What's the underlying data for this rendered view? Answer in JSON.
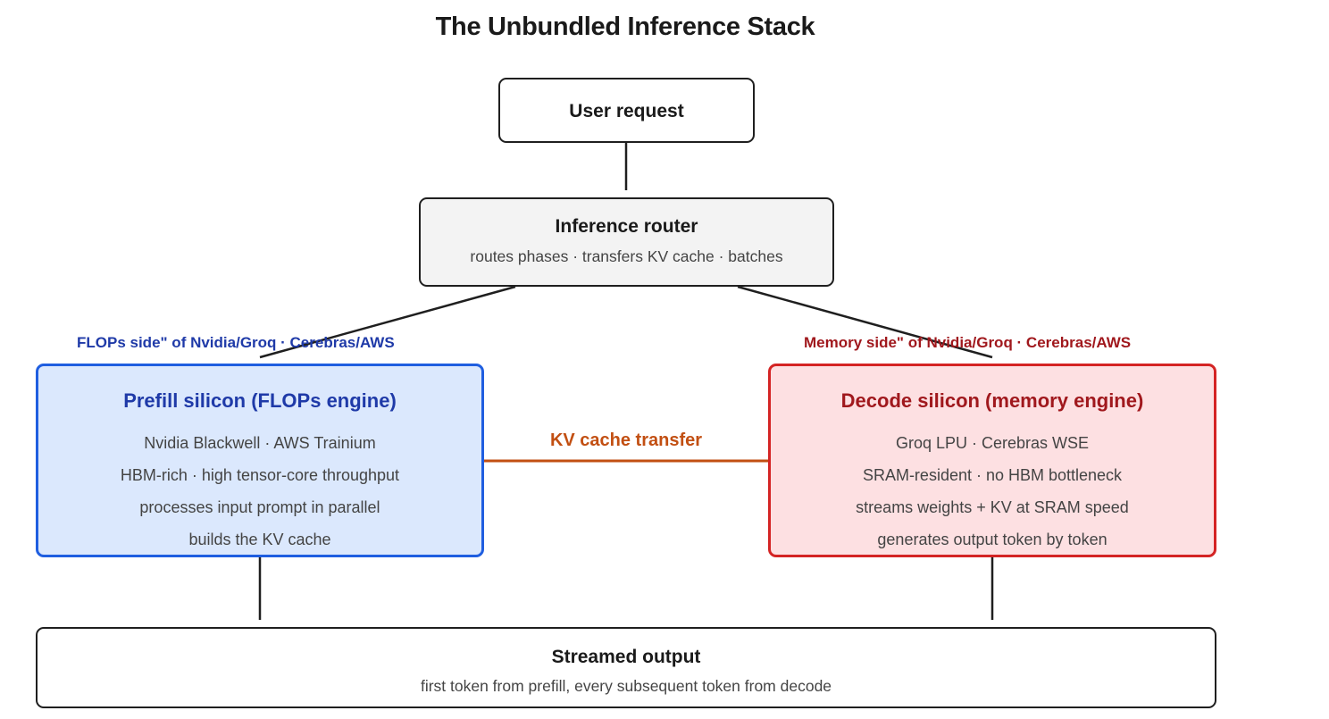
{
  "title": "The Unbundled Inference Stack",
  "user_request": {
    "label": "User request"
  },
  "router": {
    "label": "Inference router",
    "detail": "routes phases · transfers KV cache · batches"
  },
  "flops_side_label": "FLOPs side\" of Nvidia/Groq · Cerebras/AWS",
  "memory_side_label": "Memory side\" of Nvidia/Groq · Cerebras/AWS",
  "prefill": {
    "label": "Prefill silicon (FLOPs engine)",
    "lines": [
      "Nvidia Blackwell · AWS Trainium",
      "HBM-rich · high tensor-core throughput",
      "processes input prompt in parallel",
      "builds the KV cache"
    ]
  },
  "kv_transfer_label": "KV cache transfer",
  "decode": {
    "label": "Decode silicon (memory engine)",
    "lines": [
      "Groq LPU · Cerebras WSE",
      "SRAM-resident · no HBM bottleneck",
      "streams weights + KV at SRAM speed",
      "generates output token by token"
    ]
  },
  "output": {
    "label": "Streamed output",
    "detail": "first token from prefill, every subsequent token from decode"
  },
  "colors": {
    "prefill_accent": "#1f5ee0",
    "prefill_fill": "#dbe8fd",
    "decode_accent": "#d42424",
    "decode_fill": "#fde0e2",
    "kv_transfer": "#c24f12",
    "router_fill": "#f3f3f3"
  }
}
